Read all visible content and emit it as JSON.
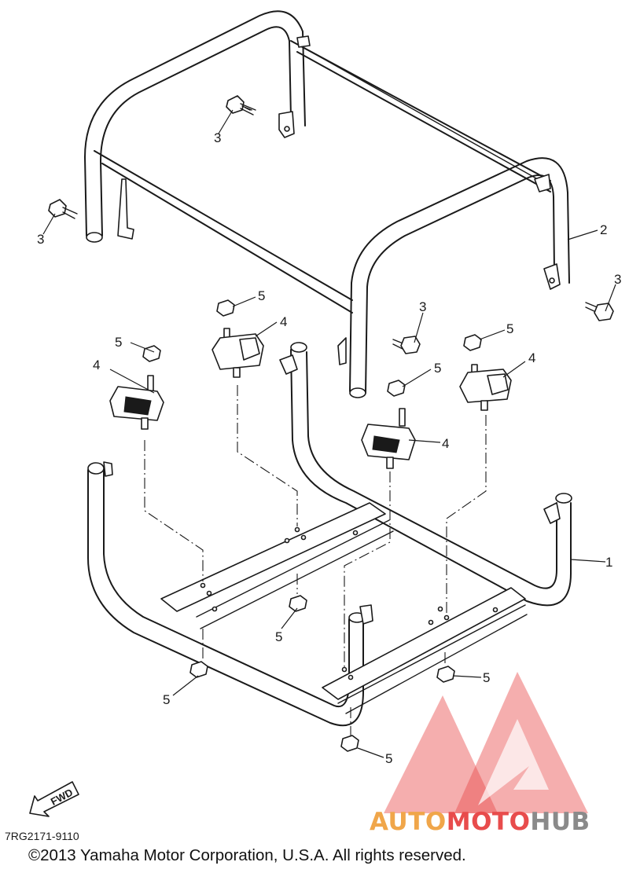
{
  "diagram": {
    "code": "7RG2171-9110",
    "copyright": "©2013 Yamaha Motor Corporation, U.S.A. All rights reserved.",
    "fwd_label": "FWD",
    "callouts": {
      "c1": "1",
      "c2": "2",
      "c3a": "3",
      "c3b": "3",
      "c3c": "3",
      "c3d": "3",
      "c4a": "4",
      "c4b": "4",
      "c4c": "4",
      "c4d": "4",
      "c5a": "5",
      "c5b": "5",
      "c5c": "5",
      "c5d": "5",
      "c5e": "5",
      "c5f": "5",
      "c5g": "5",
      "c5h": "5"
    }
  },
  "watermark": {
    "part1": "AUTO",
    "part2": "MOTO",
    "part3": "HUB",
    "color_primary": "#f0a64a",
    "color_secondary": "#e84c4c",
    "color_tertiary": "#8a8a8a"
  }
}
